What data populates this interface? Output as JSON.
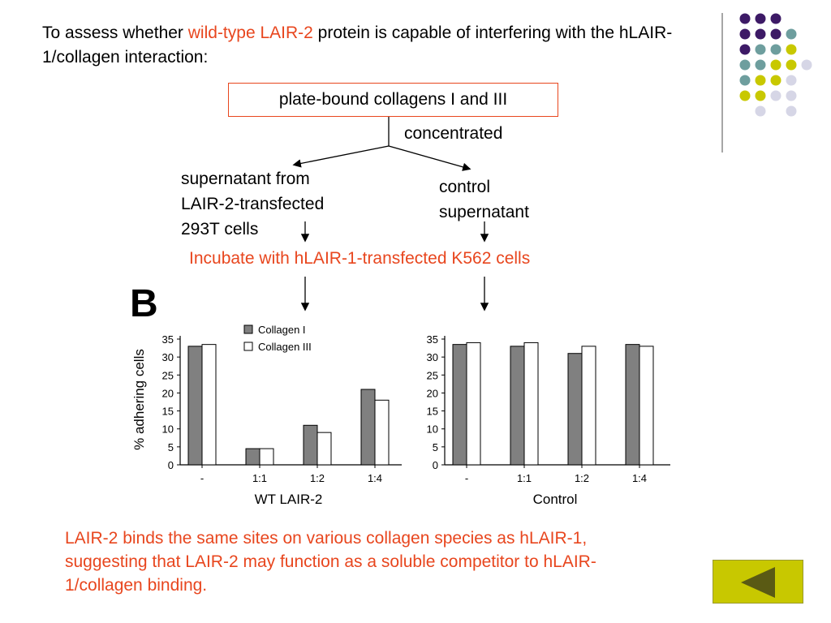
{
  "intro": {
    "part1": "To assess whether ",
    "highlight": "wild-type LAIR-2",
    "part2": " protein is capable of interfering with the hLAIR-1/collagen interaction:"
  },
  "flow": {
    "box_label": "plate-bound collagens I and III",
    "concentrated": "concentrated",
    "left_branch_lines": [
      "supernatant from",
      "LAIR-2-transfected",
      "293T cells"
    ],
    "right_branch_lines": [
      "control",
      "supernatant"
    ],
    "incubate": "Incubate with hLAIR-1-transfected K562 cells"
  },
  "panel_label": "B",
  "conclusion": "LAIR-2 binds the same sites on various collagen species as hLAIR-1, suggesting that LAIR-2 may function as a soluble competitor to hLAIR-1/collagen binding.",
  "colors": {
    "accent_red": "#e8461e",
    "collagen_I": "#808080",
    "collagen_III": "#ffffff",
    "dot_purple": "#3d1a66",
    "dot_teal": "#6e9e9e",
    "dot_yellow": "#c8c800",
    "dot_lavender": "#d6d6e6",
    "nav_button": "#c8c800"
  },
  "decoration": {
    "dot_grid": [
      [
        "purple",
        "purple",
        "purple",
        null,
        null
      ],
      [
        "purple",
        "purple",
        "purple",
        "teal",
        null
      ],
      [
        "purple",
        "teal",
        "teal",
        "yellow",
        null
      ],
      [
        "teal",
        "teal",
        "yellow",
        "yellow",
        "lavender"
      ],
      [
        "teal",
        "yellow",
        "yellow",
        "lavender",
        null
      ],
      [
        "yellow",
        "yellow",
        "lavender",
        "lavender",
        null
      ],
      [
        null,
        "lavender",
        null,
        "lavender",
        null
      ]
    ]
  },
  "nav": {
    "icon": "back-arrow-icon"
  },
  "chart_data": [
    {
      "type": "bar",
      "xlabel": "WT LAIR-2",
      "ylabel": "% adhering cells",
      "categories": [
        "-",
        "1:1",
        "1:2",
        "1:4"
      ],
      "ylim": [
        0,
        35
      ],
      "yticks": [
        0,
        5,
        10,
        15,
        20,
        25,
        30,
        35
      ],
      "legend_position": "top-center",
      "series": [
        {
          "name": "Collagen I",
          "color": "#808080",
          "values": [
            33,
            4.5,
            11,
            21
          ]
        },
        {
          "name": "Collagen III",
          "color": "#ffffff",
          "values": [
            33.5,
            4.5,
            9,
            18
          ]
        }
      ]
    },
    {
      "type": "bar",
      "xlabel": "Control",
      "ylabel": "",
      "categories": [
        "-",
        "1:1",
        "1:2",
        "1:4"
      ],
      "ylim": [
        0,
        35
      ],
      "yticks": [
        0,
        5,
        10,
        15,
        20,
        25,
        30,
        35
      ],
      "series": [
        {
          "name": "Collagen I",
          "color": "#808080",
          "values": [
            33.5,
            33,
            31,
            33.5
          ]
        },
        {
          "name": "Collagen III",
          "color": "#ffffff",
          "values": [
            34,
            34,
            33,
            33
          ]
        }
      ]
    }
  ]
}
